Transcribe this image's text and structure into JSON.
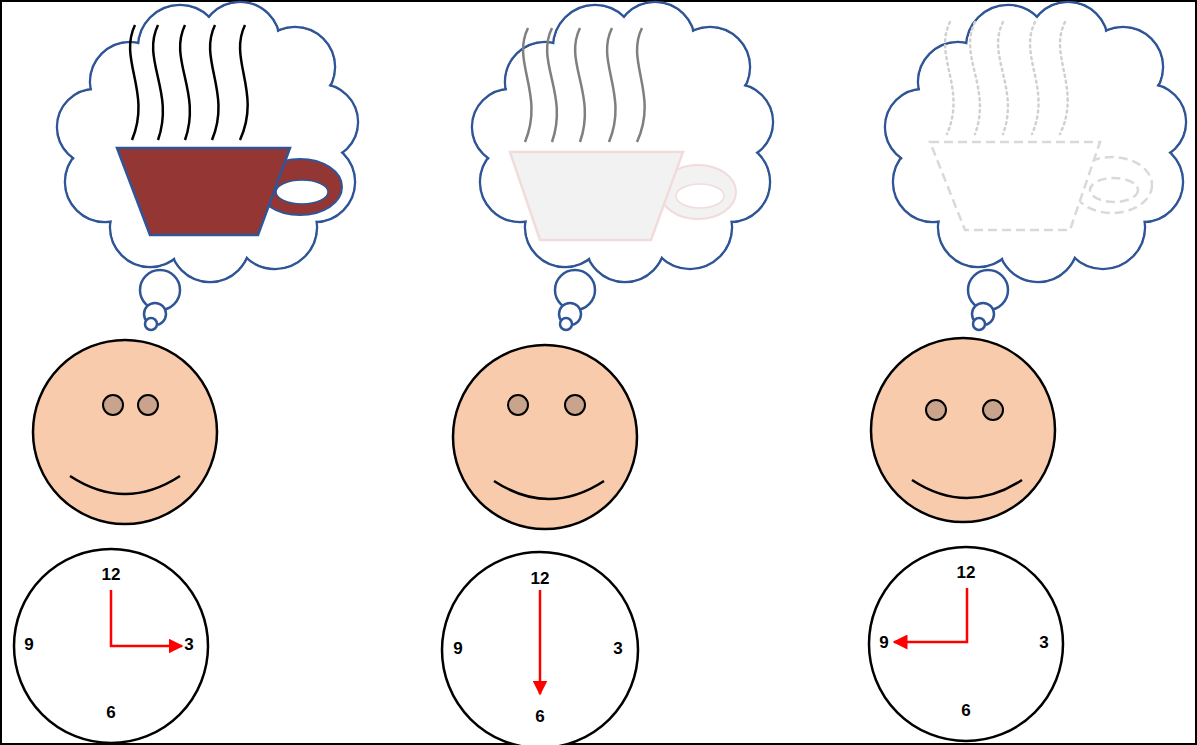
{
  "diagram": {
    "nodes": [
      {
        "text": [
          "12",
          "9",
          "3",
          "6"
        ]
      },
      {
        "text": [
          "12",
          "9",
          "3",
          "6"
        ]
      },
      {
        "text": [
          "12",
          "9",
          "3",
          "6"
        ]
      }
    ]
  }
}
